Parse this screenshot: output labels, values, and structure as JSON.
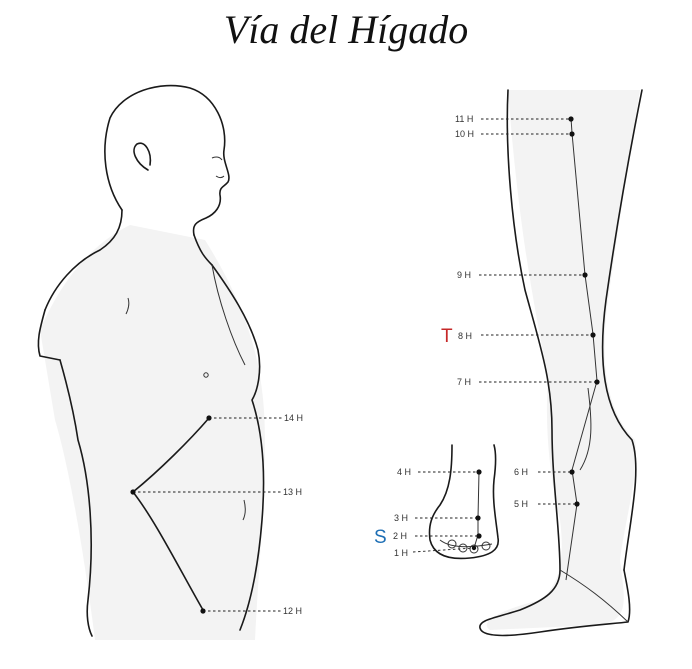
{
  "title": "Vía del Hígado",
  "markers": {
    "T": "T",
    "S": "S"
  },
  "points": {
    "p1": "1 H",
    "p2": "2 H",
    "p3": "3 H",
    "p4": "4 H",
    "p5": "5 H",
    "p6": "6 H",
    "p7": "7 H",
    "p8": "8 H",
    "p9": "9 H",
    "p10": "10 H",
    "p11": "11 H",
    "p12": "12 H",
    "p13": "13 H",
    "p14": "14 H"
  },
  "colors": {
    "T": "#c62828",
    "S": "#1e6fb5"
  }
}
